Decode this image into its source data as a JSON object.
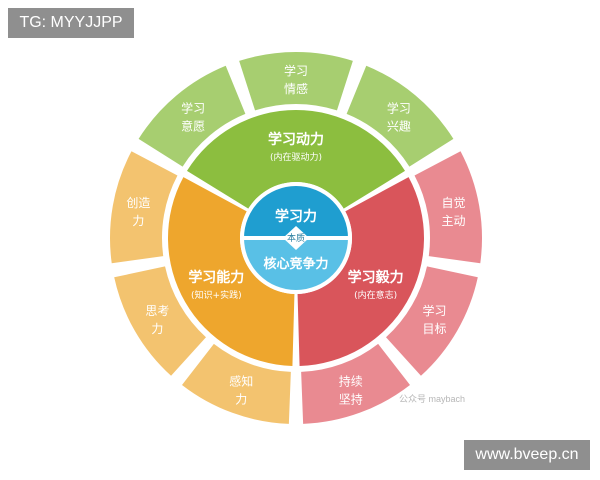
{
  "badges": {
    "top_left": "TG: MYYJJPP",
    "bottom_right": "www.bveep.cn"
  },
  "watermark": "公众号 maybach",
  "colors": {
    "green": "#8cbe3f",
    "green_light": "#a7ce70",
    "red": "#d9555b",
    "red_light": "#e98a91",
    "orange": "#eea62d",
    "orange_light": "#f3c36f",
    "center_top": "#1f9ed0",
    "center_bottom": "#59c0e6"
  },
  "diagram": {
    "center": {
      "top_label": "学习力",
      "middle_label": "本质",
      "bottom_label": "核心竞争力"
    },
    "inner": [
      {
        "title": "学习动力",
        "subtitle": "(内在驱动力)"
      },
      {
        "title": "学习毅力",
        "subtitle": "(内在意志)"
      },
      {
        "title": "学习能力",
        "subtitle": "(知识+实践)"
      }
    ],
    "outer": [
      {
        "line1": "学习",
        "line2": "情感"
      },
      {
        "line1": "学习",
        "line2": "兴趣"
      },
      {
        "line1": "自觉",
        "line2": "主动"
      },
      {
        "line1": "学习",
        "line2": "目标"
      },
      {
        "line1": "持续",
        "line2": "坚持"
      },
      {
        "line1": "感知",
        "line2": "力"
      },
      {
        "line1": "思考",
        "line2": "力"
      },
      {
        "line1": "创造",
        "line2": "力"
      },
      {
        "line1": "学习",
        "line2": "意愿"
      }
    ]
  }
}
